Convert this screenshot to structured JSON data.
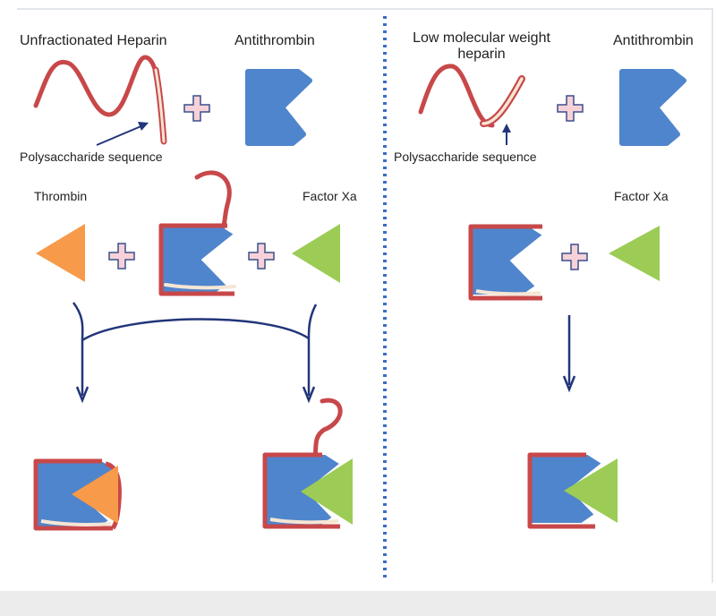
{
  "left_panel": {
    "heparin_label": "Unfractionated Heparin",
    "antithrombin_label": "Antithrombin",
    "sequence_label": "Polysaccharide sequence",
    "thrombin_label": "Thrombin",
    "factor_xa_label": "Factor Xa"
  },
  "right_panel": {
    "heparin_label_line1": "Low molecular weight",
    "heparin_label_line2": "heparin",
    "antithrombin_label": "Antithrombin",
    "sequence_label": "Polysaccharide sequence",
    "factor_xa_label": "Factor Xa"
  },
  "colors": {
    "heparin": "#c8484a",
    "sequence": "#f6e6d4",
    "antithrombin": "#4f85cc",
    "thrombin": "#f79a4a",
    "factor_xa": "#9ccc55",
    "plus_fill": "#f6d2d8",
    "plus_stroke": "#3a4f8c",
    "arrow": "#22357a",
    "divider": "#3c6cc4"
  }
}
